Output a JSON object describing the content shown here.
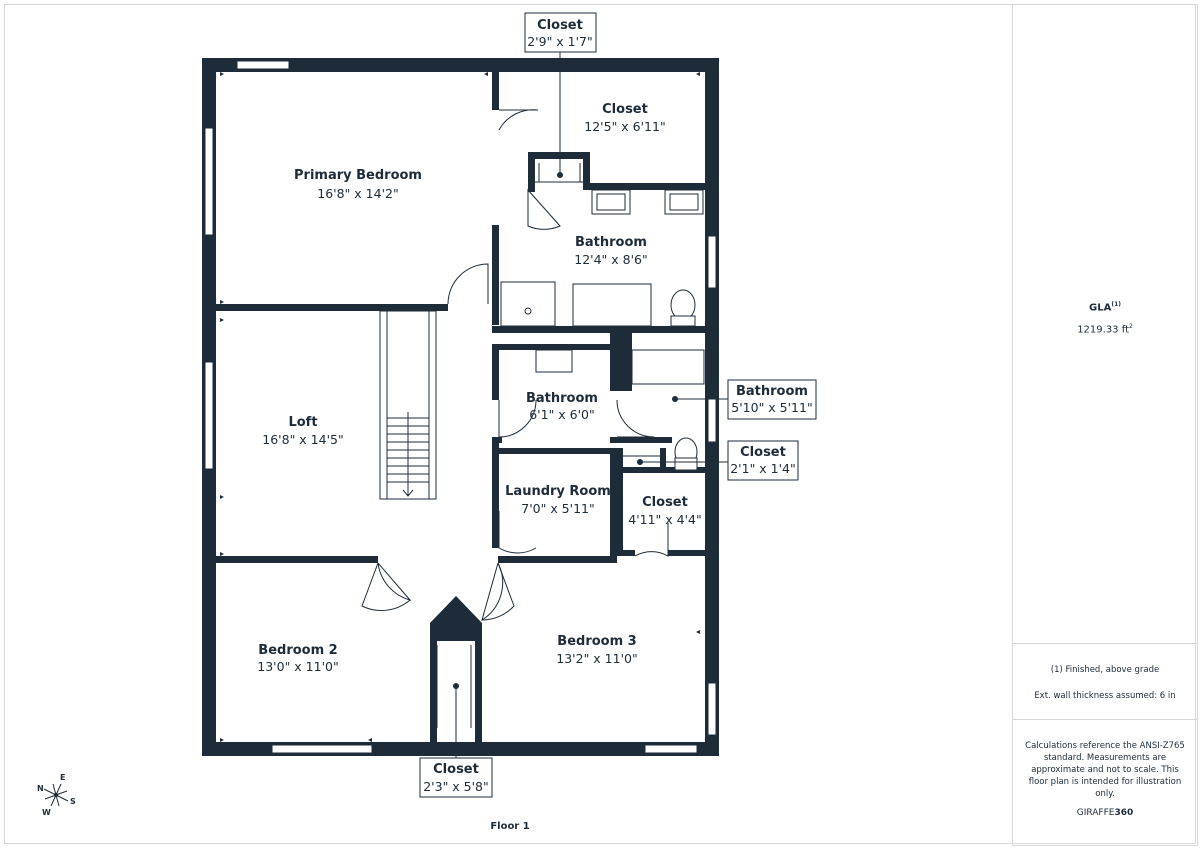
{
  "floor_label": "Floor 1",
  "rooms": {
    "primary_bedroom": {
      "name": "Primary Bedroom",
      "dim": "16'8\" x 14'2\""
    },
    "closet_top": {
      "name": "Closet",
      "dim": "12'5\" x 6'11\""
    },
    "bathroom_main": {
      "name": "Bathroom",
      "dim": "12'4\" x 8'6\""
    },
    "loft": {
      "name": "Loft",
      "dim": "16'8\" x 14'5\""
    },
    "bathroom_small": {
      "name": "Bathroom",
      "dim": "6'1\" x 6'0\""
    },
    "laundry": {
      "name": "Laundry Room",
      "dim": "7'0\" x 5'11\""
    },
    "closet_mid": {
      "name": "Closet",
      "dim": "4'11\" x 4'4\""
    },
    "bedroom2": {
      "name": "Bedroom 2",
      "dim": "13'0\" x 11'0\""
    },
    "bedroom3": {
      "name": "Bedroom 3",
      "dim": "13'2\" x 11'0\""
    }
  },
  "callouts": {
    "closet_top_small": {
      "name": "Closet",
      "dim": "2'9\" x 1'7\""
    },
    "bathroom_right": {
      "name": "Bathroom",
      "dim": "5'10\" x 5'11\""
    },
    "closet_right": {
      "name": "Closet",
      "dim": "2'1\" x 1'4\""
    },
    "closet_bottom": {
      "name": "Closet",
      "dim": "2'3\" x 5'8\""
    }
  },
  "compass": {
    "n": "N",
    "e": "E",
    "s": "S",
    "w": "W"
  },
  "sidebar": {
    "gla_label": "GLA",
    "gla_sup": "(1)",
    "gla_value": "1219.33 ft",
    "gla_unit_sup": "2",
    "note_finished": "(1) Finished, above grade",
    "note_wall": "Ext. wall thickness assumed: 6 in",
    "disclaimer": "Calculations reference the ANSI-Z765 standard. Measurements are approximate and not to scale. This floor plan is intended for illustration only.",
    "brand_a": "GIRAFFE",
    "brand_b": "360"
  }
}
